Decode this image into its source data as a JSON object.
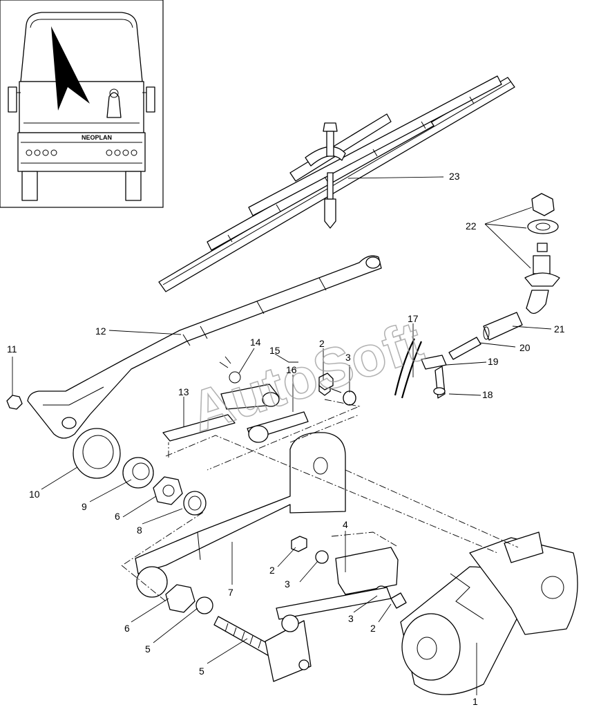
{
  "watermark": "AutoSoft",
  "bus_logo": "NEOPLAN",
  "callouts": [
    {
      "id": "c1",
      "text": "1"
    },
    {
      "id": "c2a",
      "text": "2"
    },
    {
      "id": "c2b",
      "text": "2"
    },
    {
      "id": "c2c",
      "text": "2"
    },
    {
      "id": "c3a",
      "text": "3"
    },
    {
      "id": "c3b",
      "text": "3"
    },
    {
      "id": "c3c",
      "text": "3"
    },
    {
      "id": "c4",
      "text": "4"
    },
    {
      "id": "c5a",
      "text": "5"
    },
    {
      "id": "c5b",
      "text": "5"
    },
    {
      "id": "c6a",
      "text": "6"
    },
    {
      "id": "c6b",
      "text": "6"
    },
    {
      "id": "c7",
      "text": "7"
    },
    {
      "id": "c8",
      "text": "8"
    },
    {
      "id": "c9",
      "text": "9"
    },
    {
      "id": "c10",
      "text": "10"
    },
    {
      "id": "c11",
      "text": "11"
    },
    {
      "id": "c12",
      "text": "12"
    },
    {
      "id": "c13",
      "text": "13"
    },
    {
      "id": "c14",
      "text": "14"
    },
    {
      "id": "c15",
      "text": "15"
    },
    {
      "id": "c16",
      "text": "16"
    },
    {
      "id": "c17",
      "text": "17"
    },
    {
      "id": "c18",
      "text": "18"
    },
    {
      "id": "c19",
      "text": "19"
    },
    {
      "id": "c20",
      "text": "20"
    },
    {
      "id": "c21",
      "text": "21"
    },
    {
      "id": "c22",
      "text": "22"
    },
    {
      "id": "c23",
      "text": "23"
    }
  ]
}
